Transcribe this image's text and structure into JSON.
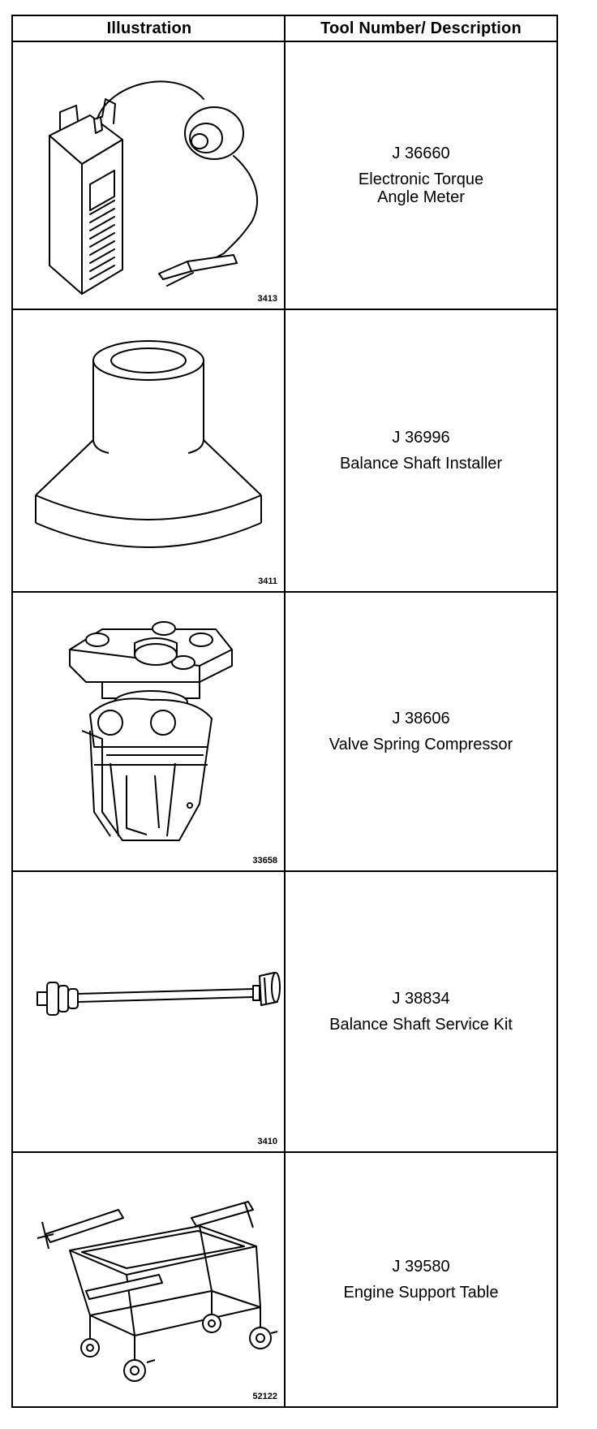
{
  "header": {
    "illustration": "Illustration",
    "tool": "Tool Number/ Description"
  },
  "tools": [
    {
      "number": "J 36660",
      "desc": [
        "Electronic Torque",
        "Angle Meter"
      ],
      "fig": "3413",
      "icon": "torque-angle-meter-icon"
    },
    {
      "number": "J 36996",
      "desc": [
        "Balance Shaft Installer"
      ],
      "fig": "3411",
      "icon": "shaft-installer-icon"
    },
    {
      "number": "J 38606",
      "desc": [
        "Valve Spring Compressor"
      ],
      "fig": "33658",
      "icon": "spring-compressor-icon"
    },
    {
      "number": "J 38834",
      "desc": [
        "Balance Shaft Service Kit"
      ],
      "fig": "3410",
      "icon": "service-kit-icon"
    },
    {
      "number": "J 39580",
      "desc": [
        "Engine Support Table"
      ],
      "fig": "52122",
      "icon": "support-table-icon"
    }
  ]
}
